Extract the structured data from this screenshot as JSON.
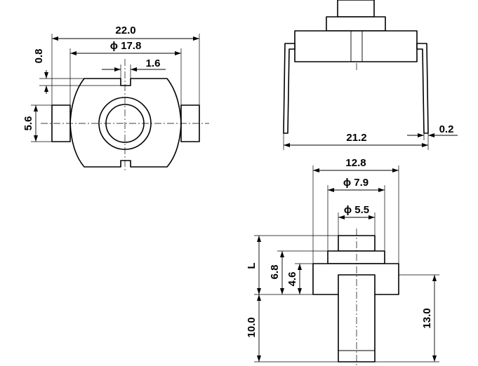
{
  "top_view": {
    "overall_width": "22.0",
    "body_diameter": "ϕ 17.8",
    "notch_width": "1.6",
    "notch_offset": "0.8",
    "tab_height": "5.6"
  },
  "side_view": {
    "lead_span": "21.2",
    "lead_thickness": "0.2"
  },
  "front_view": {
    "body_width": "12.8",
    "collar_diameter": "ϕ 7.9",
    "plunger_diameter": "ϕ 5.5",
    "plunger_length": "L",
    "collar_height": "6.8",
    "cap_height": "4.6",
    "stem_length": "10.0",
    "total_height": "13.0"
  },
  "colors": {
    "line": "#000000",
    "background": "#ffffff"
  }
}
